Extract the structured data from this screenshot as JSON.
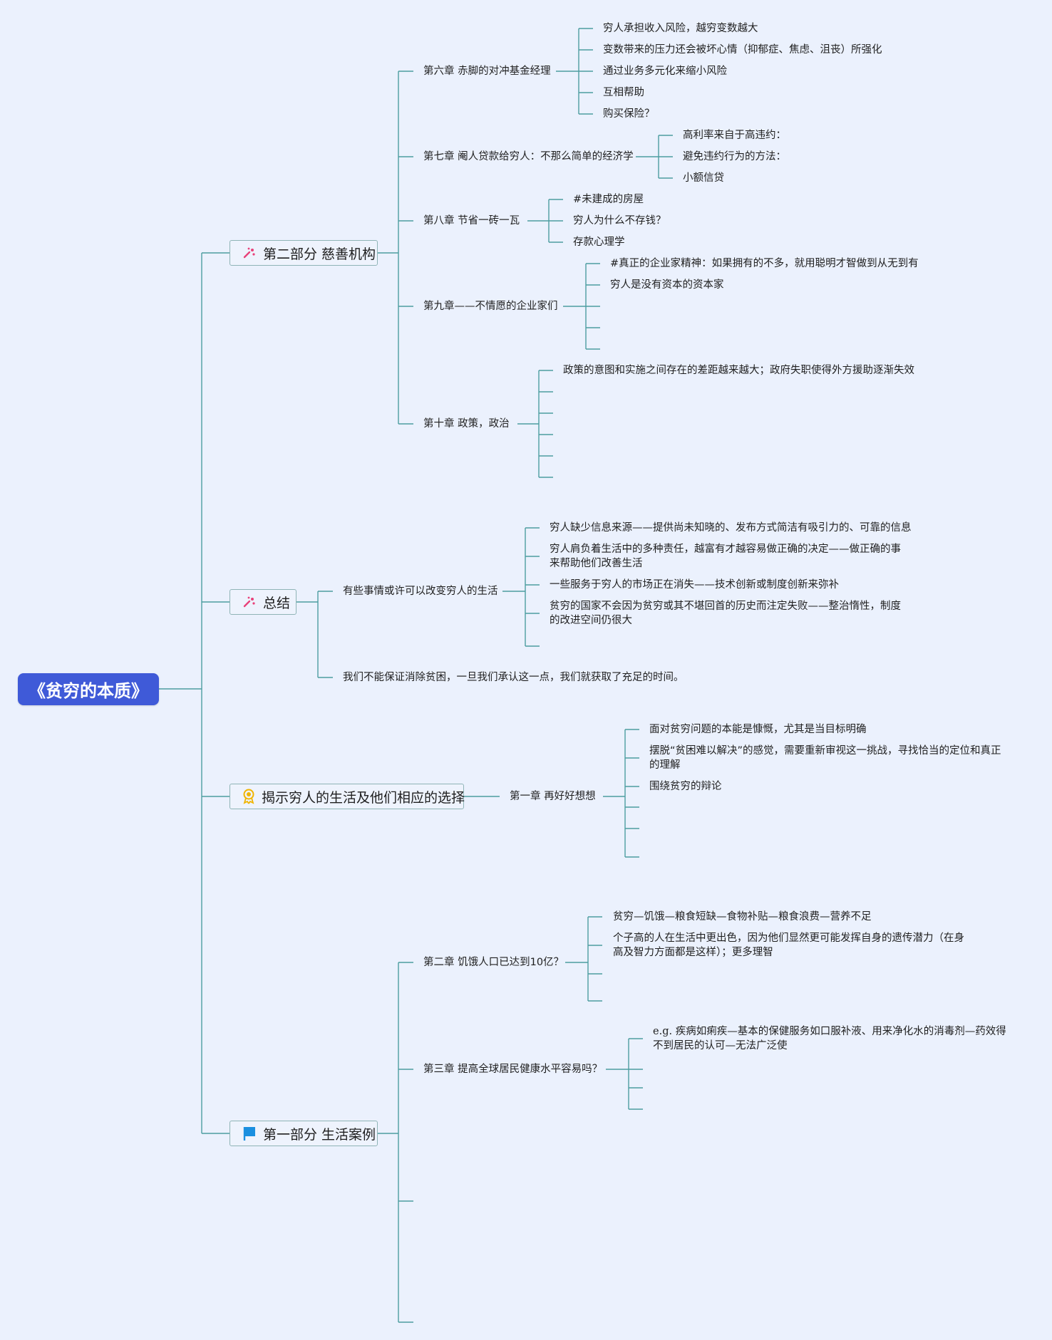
{
  "root": {
    "title": "《贫穷的本质》"
  },
  "part2": {
    "title": "第二部分 慈善机构",
    "icon": "sparkle-icon",
    "ch6": {
      "title": "第六章 赤脚的对冲基金经理",
      "items": [
        "穷人承担收入风险，越穷变数越大",
        "变数带来的压力还会被坏心情（抑郁症、焦虑、沮丧）所强化",
        "通过业务多元化来缩小风险",
        "互相帮助",
        "购买保险？"
      ]
    },
    "ch7": {
      "title": "第七章 阉人贷款给穷人：不那么简单的经济学",
      "items": [
        "高利率来自于高违约：",
        "避免违约行为的方法：",
        "小额信贷"
      ]
    },
    "ch8": {
      "title": "第八章 节省一砖一瓦",
      "items": [
        "#未建成的房屋",
        "穷人为什么不存钱？",
        "存款心理学"
      ]
    },
    "ch9": {
      "title": "第九章——不情愿的企业家们",
      "items": [
        "#真正的企业家精神：如果拥有的不多，就用聪明才智做到从无到有",
        "穷人是没有资本的资本家"
      ]
    },
    "ch10": {
      "title": "第十章 政策，政治",
      "items": [
        "政策的意图和实施之间存在的差距越来越大；政府失职使得外方援助逐渐失效"
      ]
    }
  },
  "summary": {
    "title": "总结",
    "icon": "sparkle-icon",
    "sub1": {
      "title": "有些事情或许可以改变穷人的生活",
      "items": [
        "穷人缺少信息来源——提供尚未知晓的、发布方式简洁有吸引力的、可靠的信息",
        "穷人肩负着生活中的多种责任，越富有才越容易做正确的决定——做正确的事来帮助他们改善生活",
        "一些服务于穷人的市场正在消失——技术创新或制度创新来弥补",
        "贫穷的国家不会因为贫穷或其不堪回首的历史而注定失败——整治惰性，制度的改进空间仍很大"
      ]
    },
    "sub2": {
      "title": "我们不能保证消除贫困，一旦我们承认这一点，我们就获取了充足的时间。"
    }
  },
  "reveal": {
    "title": "揭示穷人的生活及他们相应的选择",
    "icon": "ribbon-icon",
    "ch1": {
      "title": "第一章 再好好想想",
      "items": [
        "面对贫穷问题的本能是慷慨，尤其是当目标明确",
        "摆脱“贫困难以解决”的感觉，需要重新审视这一挑战，寻找恰当的定位和真正的理解",
        "围绕贫穷的辩论"
      ]
    }
  },
  "part1": {
    "title": "第一部分 生活案例",
    "icon": "flag-icon",
    "ch2": {
      "title": "第二章 饥饿人口已达到10亿？",
      "items": [
        "贫穷—饥饿—粮食短缺—食物补贴—粮食浪费—营养不足",
        "个子高的人在生活中更出色，因为他们显然更可能发挥自身的遗传潜力（在身高及智力方面都是这样）；更多理智"
      ]
    },
    "ch3": {
      "title": "第三章 提高全球居民健康水平容易吗？",
      "items": [
        "e.g. 疾病如痢疾—基本的保健服务如口服补液、用来净化水的消毒剂—药效得不到居民的认可—无法广泛使"
      ]
    }
  },
  "colors": {
    "root": "#3f5ad8",
    "line": "#4d9ea0",
    "branch_border": "#8fb4b6",
    "background": "#ebf1fd"
  }
}
